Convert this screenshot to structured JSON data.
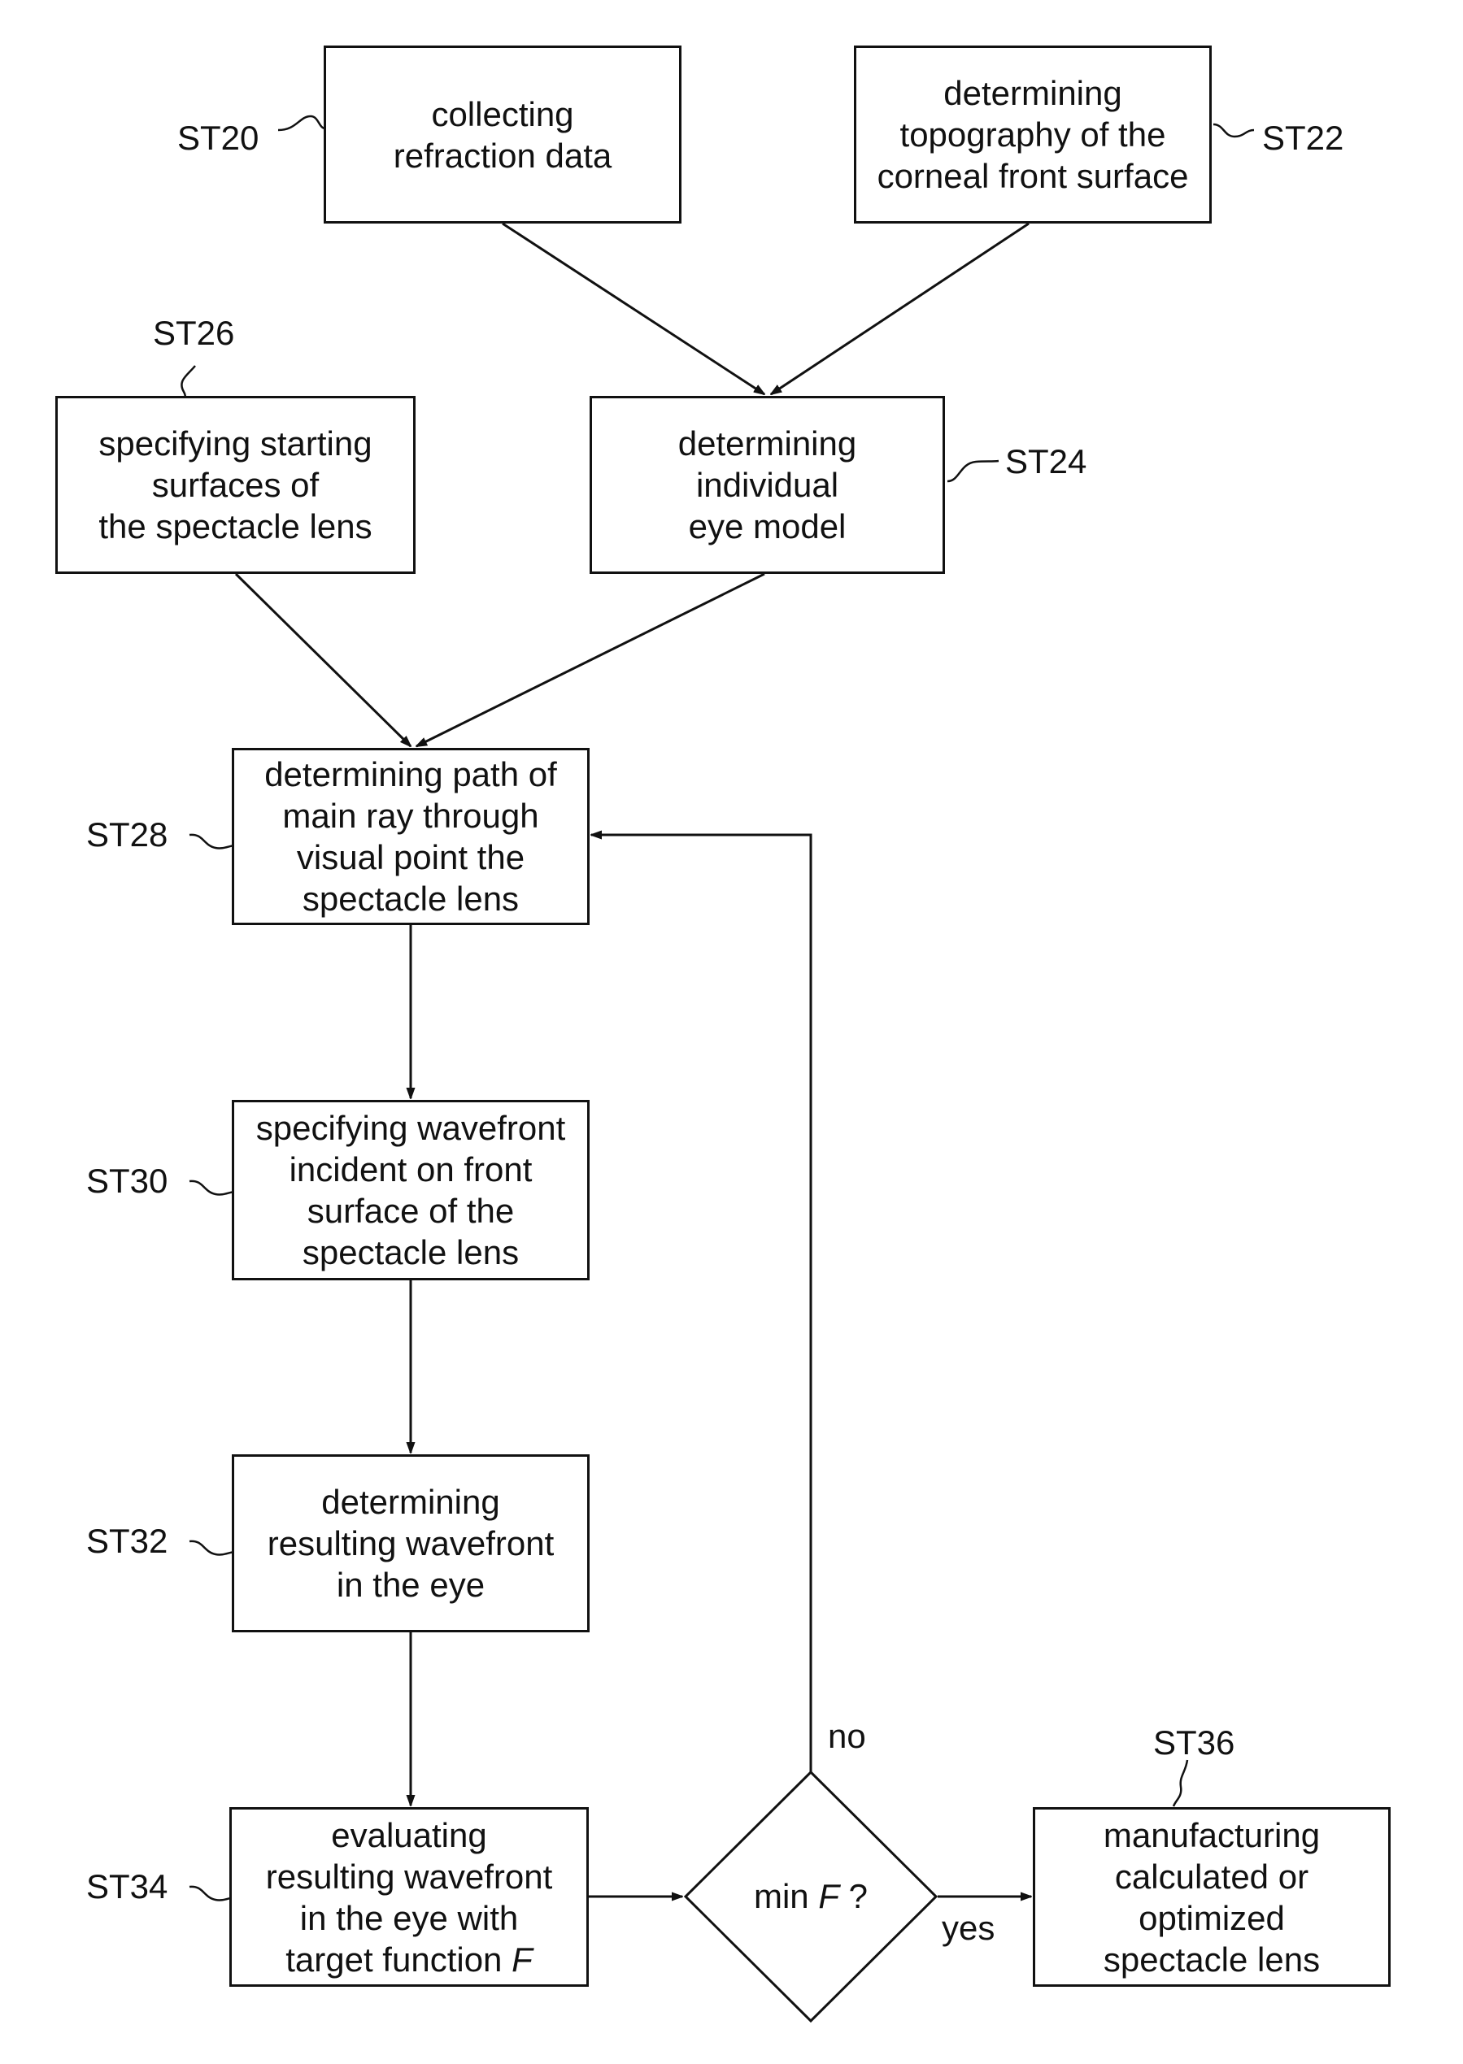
{
  "nodes": {
    "st20": {
      "id": "ST20",
      "text": "collecting\nrefraction data"
    },
    "st22": {
      "id": "ST22",
      "text": "determining\ntopography of the\ncorneal front surface"
    },
    "st24": {
      "id": "ST24",
      "text": "determining\nindividual\neye model"
    },
    "st26": {
      "id": "ST26",
      "text": "specifying starting\nsurfaces of\nthe spectacle lens"
    },
    "st28": {
      "id": "ST28",
      "text": "determining path of\nmain ray through\nvisual point the\nspectacle lens"
    },
    "st30": {
      "id": "ST30",
      "text": "specifying wavefront\nincident on front\nsurface of the\nspectacle lens"
    },
    "st32": {
      "id": "ST32",
      "text": "determining\nresulting wavefront\nin the eye"
    },
    "st34": {
      "id": "ST34",
      "text_main": "evaluating\nresulting wavefront\nin the eye with\ntarget function ",
      "text_var": "F"
    },
    "st36": {
      "id": "ST36",
      "text": "manufacturing\ncalculated or\noptimized\nspectacle lens"
    },
    "decision": {
      "text_prefix": "min ",
      "text_var": "F",
      "text_suffix": " ?"
    }
  },
  "edge_labels": {
    "no": "no",
    "yes": "yes"
  }
}
